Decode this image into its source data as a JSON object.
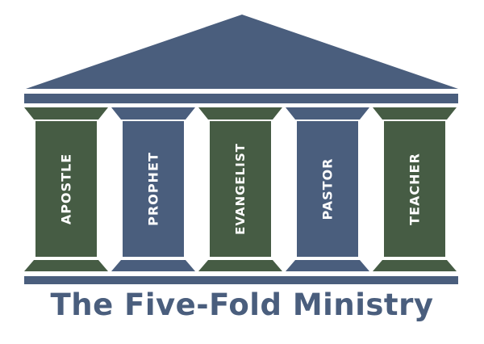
{
  "colors": {
    "blue": "#4a5e7d",
    "green": "#465c44",
    "text": "#ffffff",
    "title": "#4a5e7d"
  },
  "pillars": [
    {
      "label": "APOSTLE",
      "color": "green"
    },
    {
      "label": "PROPHET",
      "color": "blue"
    },
    {
      "label": "EVANGELIST",
      "color": "green"
    },
    {
      "label": "PASTOR",
      "color": "blue"
    },
    {
      "label": "TEACHER",
      "color": "green"
    }
  ],
  "title": "The Five-Fold Ministry"
}
